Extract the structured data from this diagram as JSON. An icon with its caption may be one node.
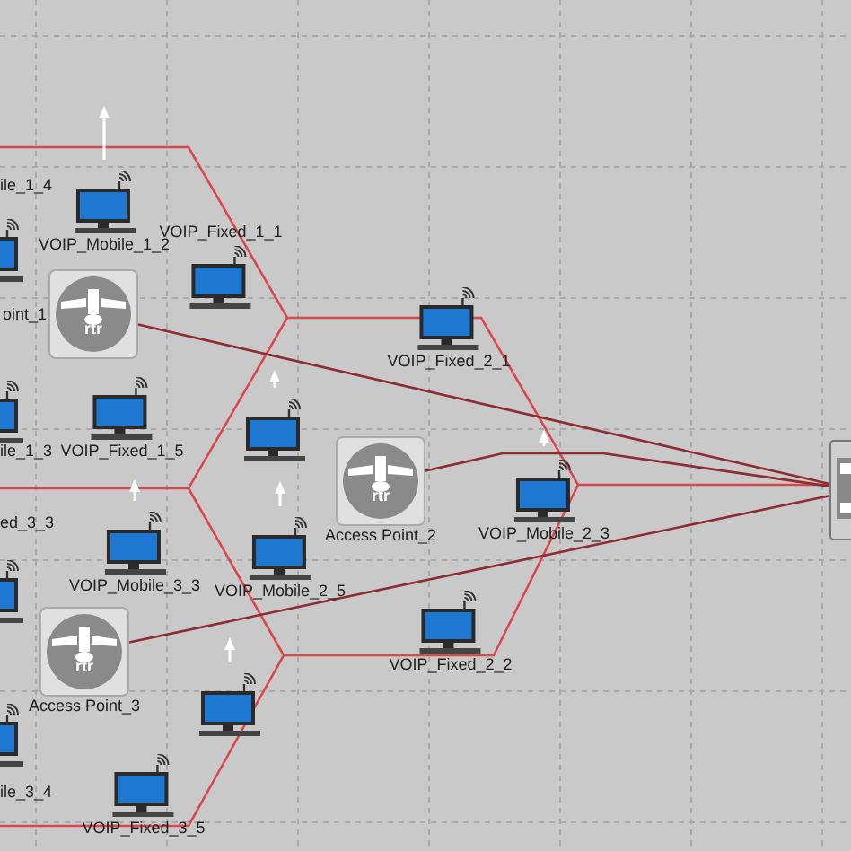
{
  "diagram": {
    "nodes": [
      {
        "text": [],
        "shape": "computer"
      },
      {
        "text": [
          "VOIP_Mobile_1_2"
        ]
      },
      {
        "text": [
          "VOIP_Fixed_1_1"
        ]
      },
      {
        "text": [
          "rtr",
          "oint_1"
        ]
      },
      {
        "text": [],
        "shape": "computer"
      },
      {
        "text": [
          "VOIP_Fixed_2_1"
        ]
      },
      {
        "text": [],
        "shape": "computer"
      },
      {
        "text": [
          "VOIP_Fixed_1_5"
        ]
      },
      {
        "text": [
          "rtr",
          "Access Point_2"
        ]
      },
      {
        "text": [
          "VOIP_Mobile_2_3"
        ]
      },
      {
        "text": [
          "VOIP_Mobile_3_3"
        ]
      },
      {
        "text": [],
        "shape": "computer"
      },
      {
        "text": [
          "VOIP_Mobile_2_5"
        ]
      },
      {
        "text": [
          "rtr",
          "Access Point_3"
        ]
      },
      {
        "text": [
          "VOIP_Fixed_2_2"
        ]
      },
      {
        "text": [],
        "shape": "computer"
      },
      {
        "text": [],
        "shape": "computer"
      },
      {
        "text": [
          "VOIP_Fixed_3_5"
        ]
      },
      {
        "text": [],
        "shape": "box"
      }
    ],
    "edges": [
      {
        "from": 3,
        "to": 18,
        "arrow": "none"
      },
      {
        "from": 8,
        "to": 18,
        "arrow": "none"
      },
      {
        "from": 13,
        "to": 18,
        "arrow": "none"
      }
    ],
    "labels": [
      "ile_1_4",
      "ile_1_3",
      "ed_3_3",
      "ile_3_4"
    ]
  }
}
